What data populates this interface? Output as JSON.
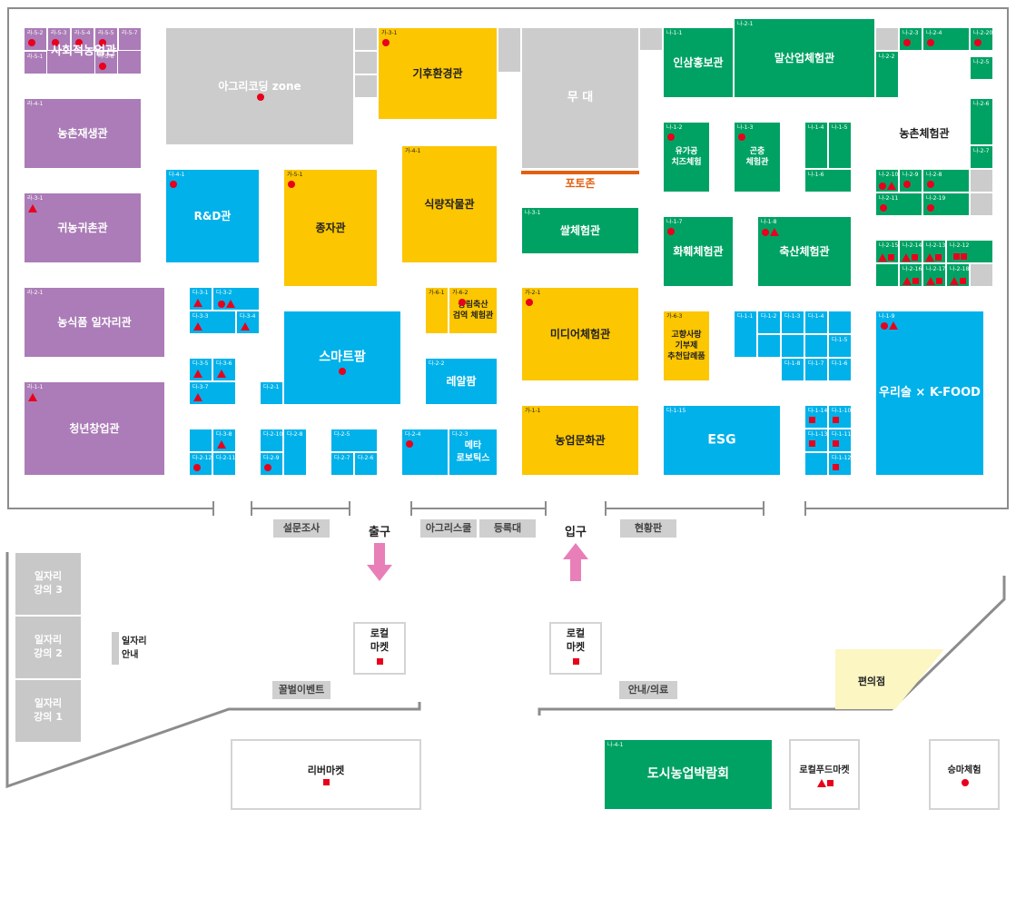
{
  "booths": [
    {
      "id": "b1",
      "code": "",
      "name": "사회적농업관",
      "color": "purple"
    },
    {
      "id": "b1a",
      "code": "라-5-2",
      "name": "",
      "color": "purple",
      "marks": [
        "circle"
      ]
    },
    {
      "id": "b1b",
      "code": "라-5-3",
      "name": "",
      "color": "purple",
      "marks": [
        "circle"
      ]
    },
    {
      "id": "b1c",
      "code": "라-5-4",
      "name": "",
      "color": "purple",
      "marks": [
        "circle"
      ]
    },
    {
      "id": "b1d",
      "code": "라-5-5",
      "name": "",
      "color": "purple",
      "marks": [
        "circle"
      ]
    },
    {
      "id": "b1e",
      "code": "라-5-7",
      "name": "",
      "color": "purple"
    },
    {
      "id": "b1f",
      "code": "라-5-1",
      "name": "",
      "color": "purple"
    },
    {
      "id": "b1g",
      "code": "라-5-6",
      "name": "",
      "color": "purple",
      "marks": [
        "circle"
      ]
    },
    {
      "id": "b2",
      "code": "라-4-1",
      "name": "농촌재생관",
      "color": "purple"
    },
    {
      "id": "b3",
      "code": "라-3-1",
      "name": "귀농귀촌관",
      "color": "purple",
      "marks": [
        "triangle"
      ]
    },
    {
      "id": "b4",
      "code": "라-2-1",
      "name": "농식품 일자리관",
      "color": "purple"
    },
    {
      "id": "b5",
      "code": "라-1-1",
      "name": "청년창업관",
      "color": "purple",
      "marks": [
        "triangle"
      ]
    },
    {
      "id": "b6",
      "code": "",
      "name": "아그리코딩 zone",
      "color": "gray",
      "marks": [
        "circle"
      ]
    },
    {
      "id": "b7",
      "code": "가-3-1",
      "name": "기후환경관",
      "color": "yellow",
      "marks": [
        "circle"
      ]
    },
    {
      "id": "b8",
      "code": "",
      "name": "무 대",
      "color": "gray"
    },
    {
      "id": "b9",
      "code": "가-4-1",
      "name": "식량작물관",
      "color": "yellow"
    },
    {
      "id": "b10",
      "code": "다-4-1",
      "name": "R&D관",
      "color": "blue",
      "marks": [
        "circle"
      ]
    },
    {
      "id": "b11",
      "code": "가-5-1",
      "name": "종자관",
      "color": "yellow",
      "marks": [
        "circle"
      ]
    },
    {
      "id": "b12",
      "code": "나-3-1",
      "name": "쌀체험관",
      "color": "green"
    },
    {
      "id": "b13",
      "code": "나-1-1",
      "name": "인삼홍보관",
      "color": "green"
    },
    {
      "id": "b14",
      "code": "나-2-1",
      "name": "말산업체험관",
      "color": "green"
    },
    {
      "id": "b15",
      "code": "나-1-2",
      "name": "유가공\n치즈체험",
      "color": "green",
      "marks": [
        "circle"
      ]
    },
    {
      "id": "b16",
      "code": "나-1-3",
      "name": "곤충\n체험관",
      "color": "green",
      "marks": [
        "circle"
      ]
    },
    {
      "id": "b17",
      "code": "나-1-7",
      "name": "화훼체험관",
      "color": "green",
      "marks": [
        "circle"
      ]
    },
    {
      "id": "b18",
      "code": "나-1-8",
      "name": "축산체험관",
      "color": "green",
      "marks": [
        "circle",
        "triangle"
      ]
    },
    {
      "id": "b19",
      "code": "다-3-1",
      "name": "",
      "color": "blue",
      "marks": [
        "triangle"
      ]
    },
    {
      "id": "b20",
      "code": "다-3-2",
      "name": "",
      "color": "blue",
      "marks": [
        "circle",
        "triangle"
      ]
    },
    {
      "id": "b21",
      "code": "다-3-3",
      "name": "",
      "color": "blue",
      "marks": [
        "triangle"
      ]
    },
    {
      "id": "b22",
      "code": "다-3-4",
      "name": "",
      "color": "blue",
      "marks": [
        "triangle"
      ]
    },
    {
      "id": "b23",
      "code": "다-3-5",
      "name": "",
      "color": "blue",
      "marks": [
        "triangle"
      ]
    },
    {
      "id": "b24",
      "code": "다-3-6",
      "name": "",
      "color": "blue",
      "marks": [
        "triangle"
      ]
    },
    {
      "id": "b25",
      "code": "다-3-7",
      "name": "",
      "color": "blue",
      "marks": [
        "triangle"
      ]
    },
    {
      "id": "b26",
      "code": "",
      "name": "스마트팜",
      "color": "blue",
      "marks": [
        "circle"
      ]
    },
    {
      "id": "b27",
      "code": "다-2-1",
      "name": "",
      "color": "blue"
    },
    {
      "id": "b28",
      "code": "가-6-1",
      "name": "",
      "color": "yellow"
    },
    {
      "id": "b29",
      "code": "가-6-2",
      "name": "농림축산\n검역 체험관",
      "color": "yellow",
      "marks": [
        "circle"
      ]
    },
    {
      "id": "b30",
      "code": "가-2-1",
      "name": "미디어체험관",
      "color": "yellow",
      "marks": [
        "circle"
      ]
    },
    {
      "id": "b31",
      "code": "다-2-2",
      "name": "레알팜",
      "color": "blue"
    },
    {
      "id": "b32",
      "code": "다-3-8",
      "name": "",
      "color": "blue",
      "marks": [
        "triangle"
      ]
    },
    {
      "id": "b33",
      "code": "다-2-12",
      "name": "",
      "color": "blue",
      "marks": [
        "circle"
      ]
    },
    {
      "id": "b34",
      "code": "다-2-11",
      "name": "",
      "color": "blue"
    },
    {
      "id": "b35",
      "code": "다-2-10",
      "name": "",
      "color": "blue"
    },
    {
      "id": "b36",
      "code": "다-2-9",
      "name": "",
      "color": "blue",
      "marks": [
        "circle"
      ]
    },
    {
      "id": "b37",
      "code": "다-2-8",
      "name": "",
      "color": "blue"
    },
    {
      "id": "b38",
      "code": "다-2-5",
      "name": "",
      "color": "blue"
    },
    {
      "id": "b39",
      "code": "다-2-7",
      "name": "",
      "color": "blue"
    },
    {
      "id": "b40",
      "code": "다-2-6",
      "name": "",
      "color": "blue"
    },
    {
      "id": "b41",
      "code": "다-2-4",
      "name": "",
      "color": "blue",
      "marks": [
        "circle"
      ]
    },
    {
      "id": "b42",
      "code": "다-2-3",
      "name": "메타\n로보틱스",
      "color": "blue"
    },
    {
      "id": "b43",
      "code": "가-1-1",
      "name": "농업문화관",
      "color": "yellow"
    },
    {
      "id": "b44",
      "code": "가-6-3",
      "name": "고향사랑\n기부제\n추천답례품",
      "color": "yellow"
    },
    {
      "id": "b45",
      "code": "다-1-15",
      "name": "ESG",
      "color": "blue"
    },
    {
      "id": "b46",
      "code": "다-1-1",
      "name": "",
      "color": "blue"
    },
    {
      "id": "b47",
      "code": "다-1-2",
      "name": "",
      "color": "blue"
    },
    {
      "id": "b48",
      "code": "다-1-3",
      "name": "",
      "color": "blue"
    },
    {
      "id": "b49",
      "code": "다-1-4",
      "name": "",
      "color": "blue"
    },
    {
      "id": "b50",
      "code": "다-1-5",
      "name": "",
      "color": "blue"
    },
    {
      "id": "b51",
      "code": "다-1-8",
      "name": "",
      "color": "blue"
    },
    {
      "id": "b52",
      "code": "다-1-7",
      "name": "",
      "color": "blue"
    },
    {
      "id": "b53",
      "code": "다-1-6",
      "name": "",
      "color": "blue"
    },
    {
      "id": "b54",
      "code": "다-1-14",
      "name": "",
      "color": "blue",
      "marks": [
        "square"
      ]
    },
    {
      "id": "b55",
      "code": "다-1-10",
      "name": "",
      "color": "blue",
      "marks": [
        "square"
      ]
    },
    {
      "id": "b56",
      "code": "다-1-13",
      "name": "",
      "color": "blue",
      "marks": [
        "square"
      ]
    },
    {
      "id": "b57",
      "code": "다-1-11",
      "name": "",
      "color": "blue",
      "marks": [
        "square"
      ]
    },
    {
      "id": "b58",
      "code": "다-1-12",
      "name": "",
      "color": "blue",
      "marks": [
        "square"
      ]
    },
    {
      "id": "b59",
      "code": "나-1-9",
      "name": "우리술 × K-FOOD",
      "color": "blue",
      "marks": [
        "circle",
        "triangle"
      ]
    },
    {
      "id": "b60",
      "code": "나-1-4",
      "name": "",
      "color": "green"
    },
    {
      "id": "b61",
      "code": "나-1-5",
      "name": "",
      "color": "green"
    },
    {
      "id": "b62",
      "code": "나-1-6",
      "name": "",
      "color": "green"
    },
    {
      "id": "b63",
      "code": "나-2-2",
      "name": "",
      "color": "green"
    },
    {
      "id": "b64",
      "code": "나-2-3",
      "name": "",
      "color": "green",
      "marks": [
        "circle"
      ]
    },
    {
      "id": "b65",
      "code": "나-2-4",
      "name": "",
      "color": "green",
      "marks": [
        "circle"
      ]
    },
    {
      "id": "b66",
      "code": "나-2-20",
      "name": "",
      "color": "green",
      "marks": [
        "circle"
      ]
    },
    {
      "id": "b67",
      "code": "나-2-5",
      "name": "",
      "color": "green"
    },
    {
      "id": "b68",
      "code": "나-2-6",
      "name": "",
      "color": "green"
    },
    {
      "id": "b69",
      "code": "나-2-7",
      "name": "",
      "color": "green"
    },
    {
      "id": "b70",
      "code": "나-2-10",
      "name": "",
      "color": "green",
      "marks": [
        "circle",
        "triangle"
      ]
    },
    {
      "id": "b71",
      "code": "나-2-9",
      "name": "",
      "color": "green",
      "marks": [
        "circle"
      ]
    },
    {
      "id": "b72",
      "code": "나-2-8",
      "name": "",
      "color": "green",
      "marks": [
        "circle"
      ]
    },
    {
      "id": "b73",
      "code": "나-2-11",
      "name": "",
      "color": "green",
      "marks": [
        "circle"
      ]
    },
    {
      "id": "b74",
      "code": "나-2-19",
      "name": "",
      "color": "green",
      "marks": [
        "circle"
      ]
    },
    {
      "id": "b75",
      "code": "나-2-15",
      "name": "",
      "color": "green",
      "marks": [
        "triangle",
        "square"
      ]
    },
    {
      "id": "b76",
      "code": "나-2-14",
      "name": "",
      "color": "green",
      "marks": [
        "triangle",
        "square"
      ]
    },
    {
      "id": "b77",
      "code": "나-2-13",
      "name": "",
      "color": "green",
      "marks": [
        "triangle",
        "square"
      ]
    },
    {
      "id": "b78",
      "code": "나-2-12",
      "name": "",
      "color": "green",
      "marks": [
        "square",
        "square"
      ]
    },
    {
      "id": "b79",
      "code": "나-2-16",
      "name": "",
      "color": "green",
      "marks": [
        "triangle",
        "square"
      ]
    },
    {
      "id": "b80",
      "code": "나-2-17",
      "name": "",
      "color": "green",
      "marks": [
        "triangle",
        "square"
      ]
    },
    {
      "id": "b81",
      "code": "나-2-18",
      "name": "",
      "color": "green",
      "marks": [
        "triangle",
        "square"
      ]
    },
    {
      "id": "b82",
      "code": "",
      "name": "로컬\n마켓",
      "color": "white",
      "marks": [
        "square"
      ]
    },
    {
      "id": "b83",
      "code": "",
      "name": "로컬\n마켓",
      "color": "white",
      "marks": [
        "square"
      ]
    },
    {
      "id": "b84",
      "code": "",
      "name": "리버마켓",
      "color": "white",
      "marks": [
        "square"
      ]
    },
    {
      "id": "b85",
      "code": "나-4-1",
      "name": "도시농업박람회",
      "color": "green"
    },
    {
      "id": "b86",
      "code": "",
      "name": "로컬푸드마켓",
      "color": "white",
      "marks": [
        "triangle",
        "square"
      ]
    },
    {
      "id": "b87",
      "code": "",
      "name": "승마체험",
      "color": "white",
      "marks": [
        "circle"
      ]
    },
    {
      "id": "b88",
      "code": "",
      "name": "일자리\n강의 3",
      "color": "lgray"
    },
    {
      "id": "b89",
      "code": "",
      "name": "일자리\n강의 2",
      "color": "lgray"
    },
    {
      "id": "b90",
      "code": "",
      "name": "일자리\n강의 1",
      "color": "lgray"
    }
  ],
  "tags": [
    {
      "id": "t1",
      "text": "설문조사"
    },
    {
      "id": "t2",
      "text": "아그리스쿨"
    },
    {
      "id": "t3",
      "text": "등록대"
    },
    {
      "id": "t4",
      "text": "현황판"
    },
    {
      "id": "t5",
      "text": "꿀벌이벤트"
    },
    {
      "id": "t6",
      "text": "안내/의료"
    }
  ],
  "labels": {
    "nongchon": "농촌체험관",
    "photozone": "포토존",
    "exit": "출구",
    "entrance": "입구",
    "job_info": "일자리\n안내",
    "convenience": "편의점"
  },
  "colors": {
    "purple": "#ab7cb7",
    "gray": "#cccccc",
    "yellow": "#fcc600",
    "blue": "#00b1ea",
    "green": "#00a264",
    "marker": "#e8001c",
    "arrow": "#e87fb8",
    "photozone": "#e35f12",
    "convenience": "#fbf6c2"
  },
  "icons": {
    "circle": "circle-marker-icon",
    "triangle": "triangle-marker-icon",
    "square": "square-marker-icon"
  }
}
